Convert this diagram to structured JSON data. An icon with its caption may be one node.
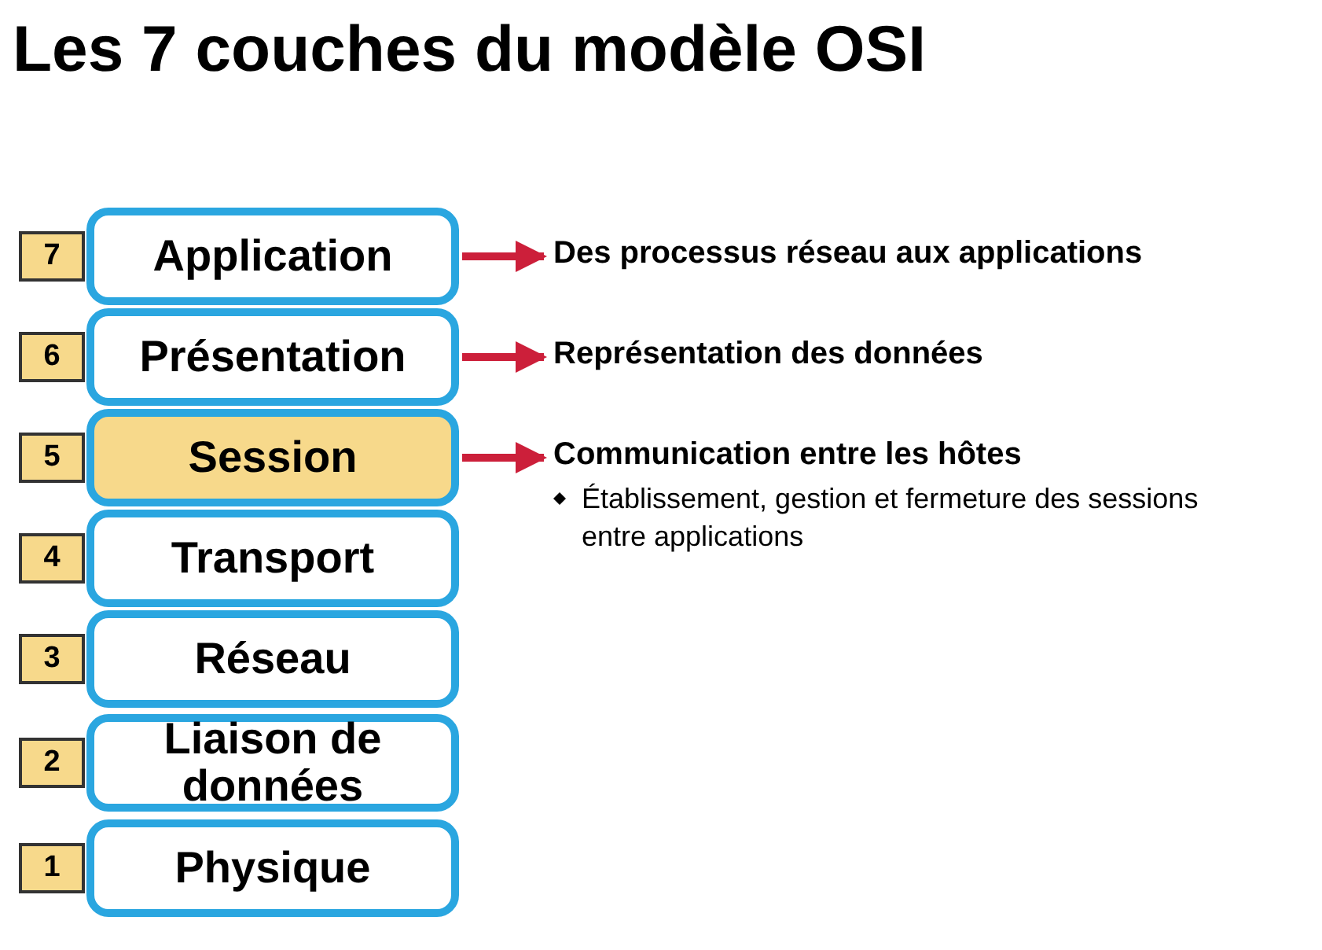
{
  "diagram": {
    "title": "Les 7 couches du modèle OSI",
    "nodes": [
      {
        "text": [
          "7"
        ]
      },
      {
        "text": [
          "Application"
        ]
      },
      {
        "text": [
          "Des processus réseau aux applications"
        ]
      },
      {
        "text": [
          "6"
        ]
      },
      {
        "text": [
          "Présentation"
        ]
      },
      {
        "text": [
          "Représentation des données"
        ]
      },
      {
        "text": [
          "5"
        ]
      },
      {
        "text": [
          "Session"
        ]
      },
      {
        "text": [
          "Communication entre les hôtes",
          "Établissement, gestion et fermeture des sessions entre applications"
        ]
      },
      {
        "text": [
          "4"
        ]
      },
      {
        "text": [
          "Transport"
        ]
      },
      {
        "text": [
          "3"
        ]
      },
      {
        "text": [
          "Réseau"
        ]
      },
      {
        "text": [
          "2"
        ]
      },
      {
        "text": [
          "Liaison de données"
        ]
      },
      {
        "text": [
          "1"
        ]
      },
      {
        "text": [
          "Physique"
        ]
      }
    ],
    "edges": [
      {
        "from": 1,
        "to": 2,
        "arrow": "to"
      },
      {
        "from": 4,
        "to": 5,
        "arrow": "to"
      },
      {
        "from": 7,
        "to": 8,
        "arrow": "to"
      }
    ]
  }
}
